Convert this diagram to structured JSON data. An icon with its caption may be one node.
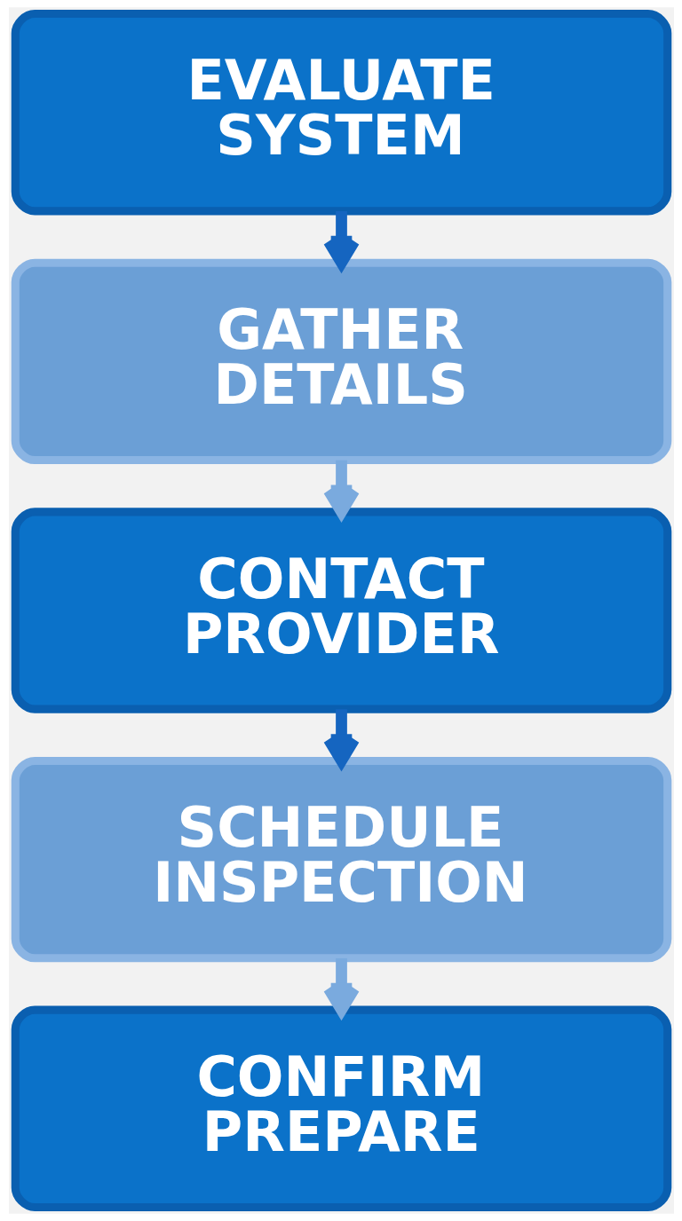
{
  "diagram": {
    "nodes": [
      {
        "text": [
          "EVALUATE SYSTEM"
        ]
      },
      {
        "text": [
          "GATHER DETAILS"
        ]
      },
      {
        "text": [
          "CONTACT PROVIDER"
        ]
      },
      {
        "text": [
          "SCHEDULE INSPECTION"
        ]
      },
      {
        "text": [
          "CONFIRM PREPARE"
        ]
      }
    ],
    "edges": [
      {
        "from": 0,
        "to": 1,
        "arrow": "to"
      },
      {
        "from": 1,
        "to": 2,
        "arrow": "to",
        "color": "#7aaade"
      },
      {
        "from": 2,
        "to": 3,
        "arrow": "to"
      },
      {
        "from": 3,
        "to": 4,
        "arrow": "to",
        "color": "#7aaade"
      }
    ]
  }
}
